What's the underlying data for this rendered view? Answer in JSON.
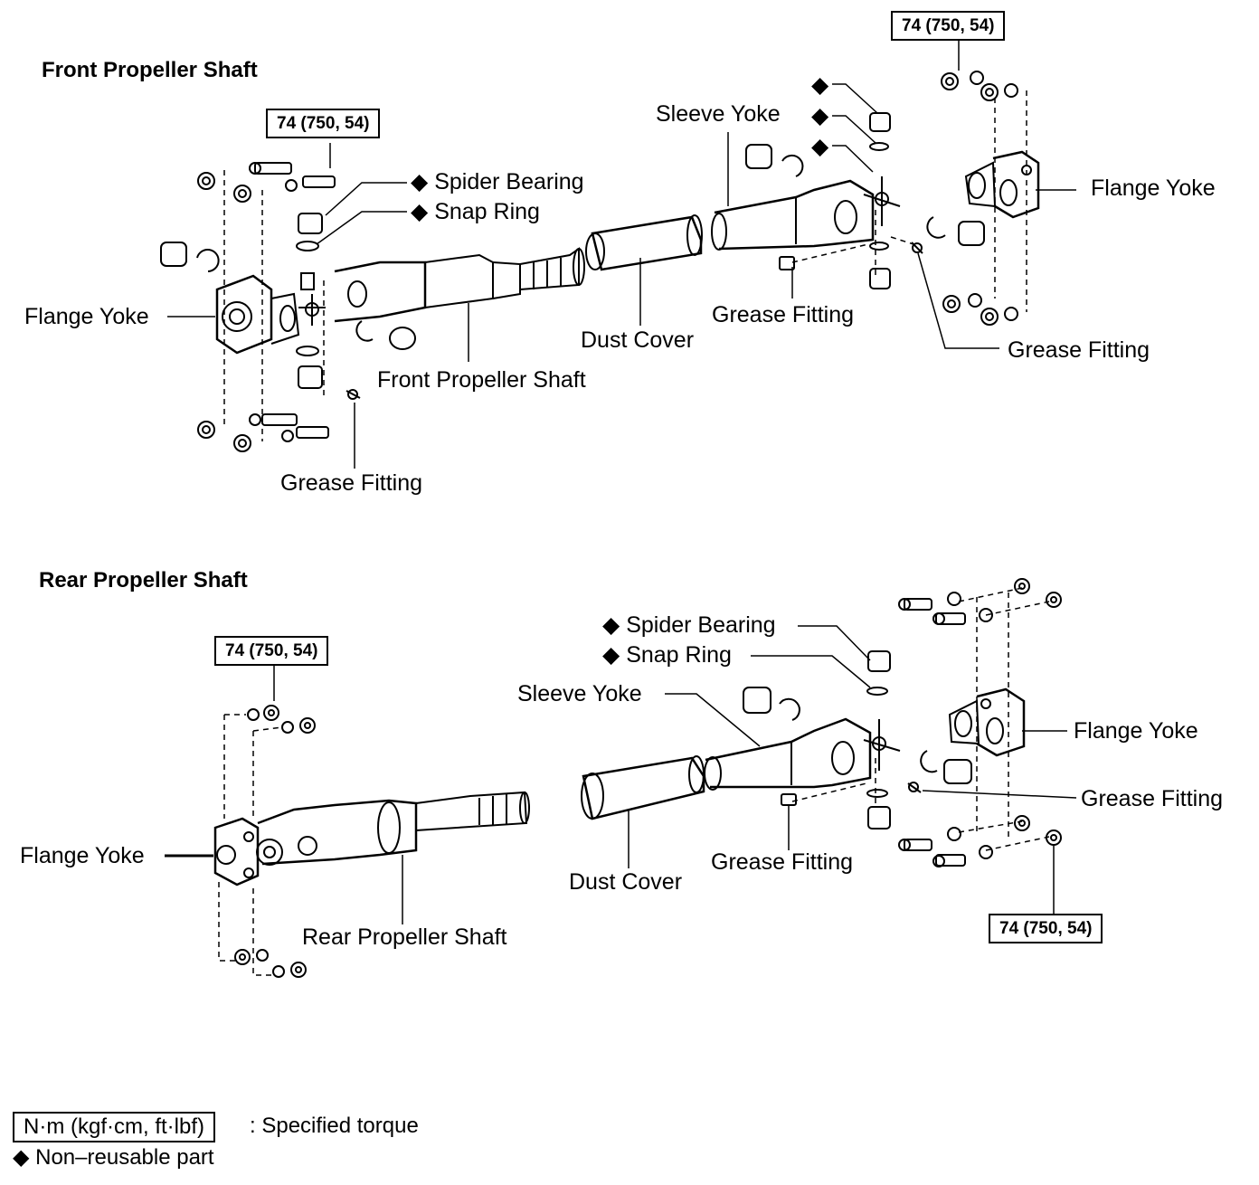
{
  "front": {
    "title": "Front Propeller Shaft",
    "torque_left": "74 (750, 54)",
    "torque_right": "74 (750, 54)",
    "spider_bearing": "Spider Bearing",
    "snap_ring": "Snap Ring",
    "flange_yoke_left": "Flange Yoke",
    "front_propeller_shaft": "Front Propeller Shaft",
    "grease_fitting_left": "Grease Fitting",
    "dust_cover": "Dust Cover",
    "sleeve_yoke": "Sleeve Yoke",
    "grease_fitting_mid": "Grease Fitting",
    "grease_fitting_right": "Grease Fitting",
    "flange_yoke_right": "Flange Yoke",
    "diamond": "◆"
  },
  "rear": {
    "title": "Rear Propeller Shaft",
    "torque_left": "74 (750, 54)",
    "torque_right": "74 (750, 54)",
    "flange_yoke_left": "Flange Yoke",
    "rear_propeller_shaft": "Rear Propeller Shaft",
    "spider_bearing": "Spider Bearing",
    "snap_ring": "Snap Ring",
    "sleeve_yoke": "Sleeve Yoke",
    "dust_cover": "Dust Cover",
    "grease_fitting_mid": "Grease Fitting",
    "grease_fitting_right": "Grease Fitting",
    "flange_yoke_right": "Flange Yoke"
  },
  "legend": {
    "torque_units": "N·m (kgf·cm, ft·lbf)",
    "torque_desc": ": Specified torque",
    "non_reusable": "◆ Non–reusable part"
  }
}
